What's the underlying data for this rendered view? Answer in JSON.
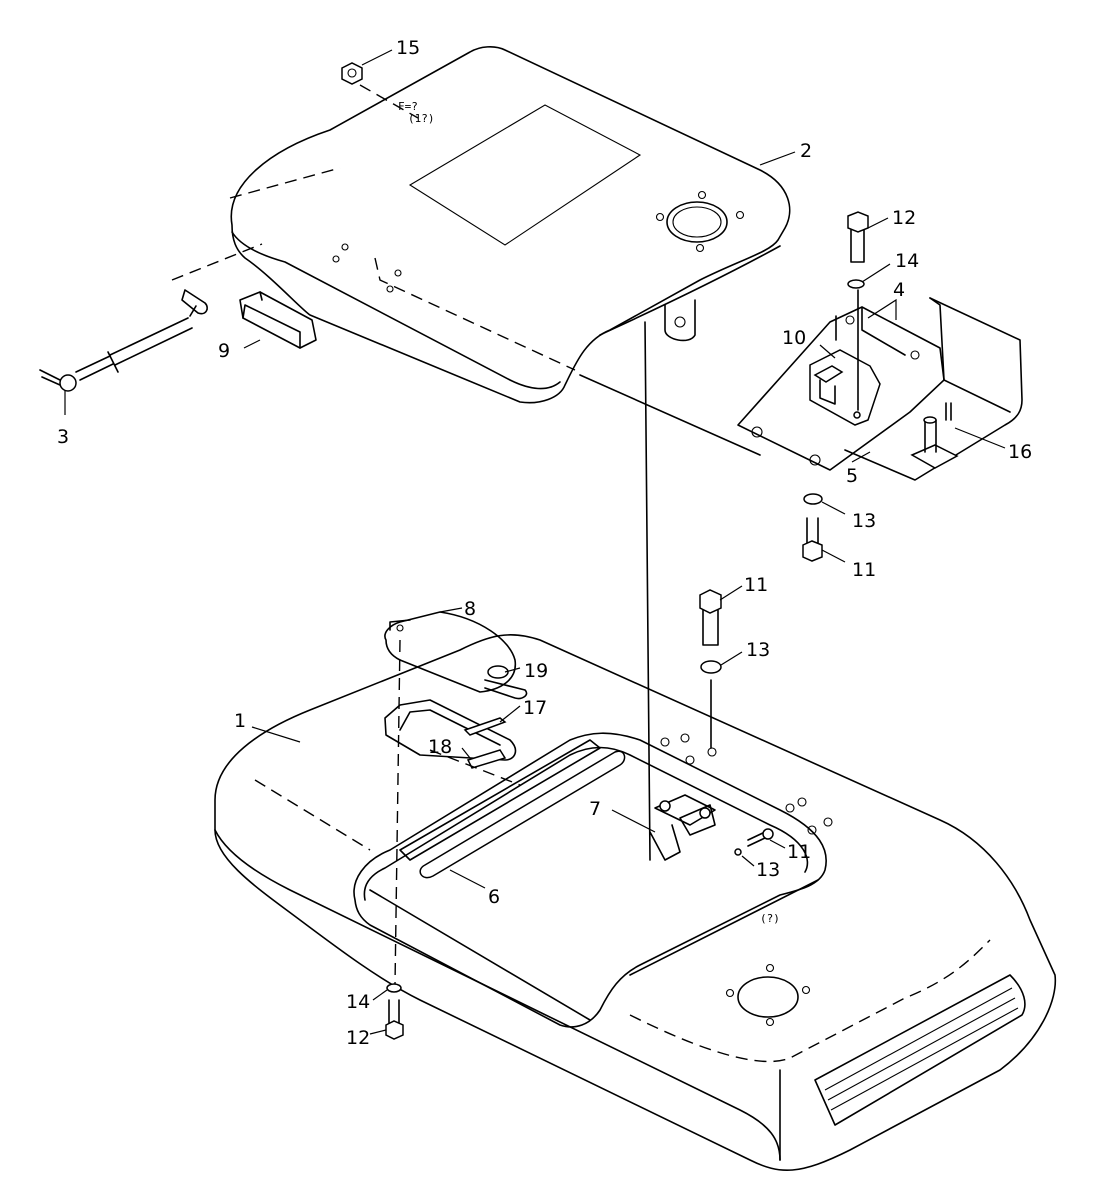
{
  "diagram": {
    "part_numbers": [
      "1",
      "2",
      "3",
      "4",
      "5",
      "6",
      "7",
      "8",
      "9",
      "10",
      "11",
      "12",
      "13",
      "14",
      "15",
      "16",
      "17",
      "18",
      "19"
    ],
    "callouts": {
      "c15": "15",
      "c2": "2",
      "c12_top": "12",
      "c14_top": "14",
      "c4": "4",
      "c10": "10",
      "c9": "9",
      "c3": "3",
      "c16": "16",
      "c5": "5",
      "c13_top": "13",
      "c11_top": "11",
      "c11_mid": "11",
      "c13_mid": "13",
      "c8": "8",
      "c19": "19",
      "c17": "17",
      "c1": "1",
      "c18": "18",
      "c7": "7",
      "c11_low": "11",
      "c13_low": "13",
      "c6": "6",
      "c14_low": "14",
      "c12_low": "12"
    }
  }
}
